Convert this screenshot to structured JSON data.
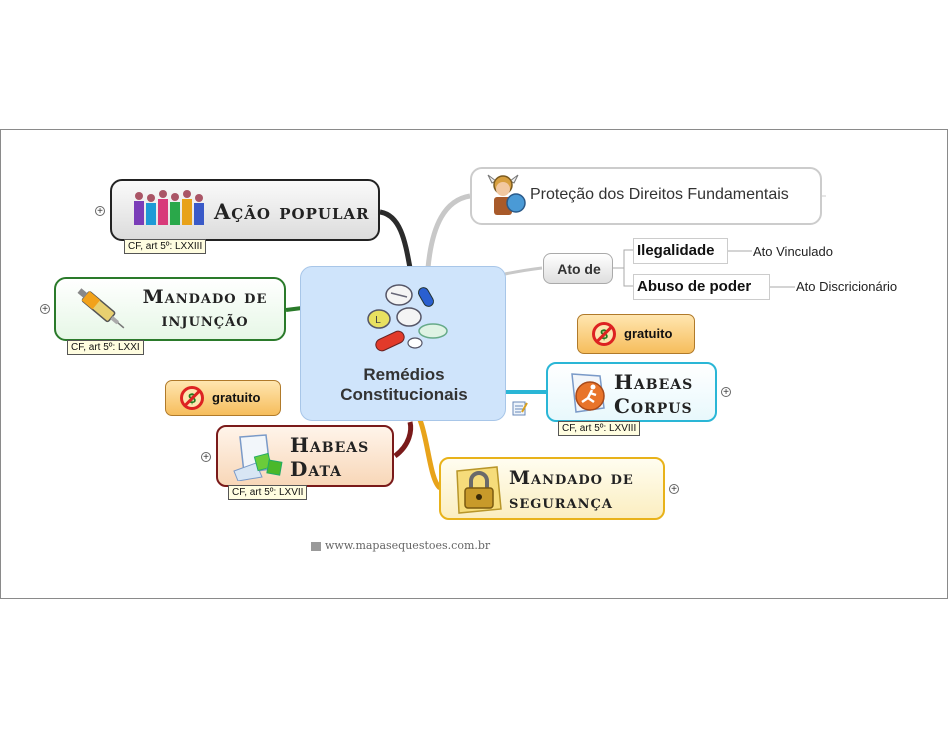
{
  "center": {
    "title_line1": "Remédios",
    "title_line2": "Constitucionais"
  },
  "acao_popular": {
    "title": "Ação popular",
    "ref": "CF, art 5º: LXXIII"
  },
  "mandado_injuncao": {
    "title_line1": "Mandado de",
    "title_line2": "injunção",
    "ref": "CF, art 5º: LXXI"
  },
  "habeas_data": {
    "title_line1": "Habeas",
    "title_line2": "Data",
    "ref": "CF, art 5º: LXVII",
    "badge": "gratuito"
  },
  "protecao": {
    "title": "Proteção dos Direitos Fundamentais"
  },
  "ato_de": {
    "label": "Ato de",
    "children": [
      {
        "label": "Ilegalidade",
        "note": "Ato Vinculado"
      },
      {
        "label": "Abuso de poder",
        "note": "Ato Discricionário"
      }
    ]
  },
  "habeas_corpus": {
    "title_line1": "Habeas",
    "title_line2": "Corpus",
    "ref": "CF, art 5º: LXVIII",
    "badge": "gratuito"
  },
  "mandado_seguranca": {
    "title_line1": "Mandado de",
    "title_line2": "segurança"
  },
  "watermark": "www.mapasequestoes.com.br",
  "colors": {
    "center_fill": "#cfe4fb",
    "acao_border": "#222222",
    "injuncao_border": "#2a7a2a",
    "habeas_data_border": "#7a1a1a",
    "protecao_border": "#bbbbbb",
    "habeas_corpus_border": "#2ab6d6",
    "seguranca_border": "#e8b21a"
  }
}
